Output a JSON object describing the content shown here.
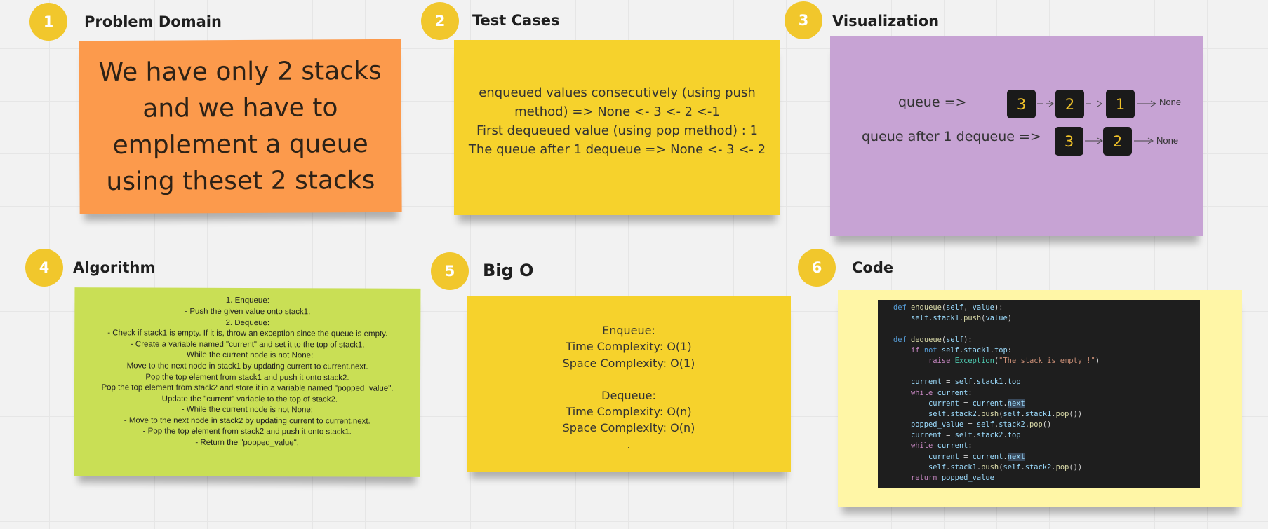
{
  "frames": [
    {
      "number": "1",
      "title": "Problem Domain"
    },
    {
      "number": "2",
      "title": "Test Cases"
    },
    {
      "number": "3",
      "title": "Visualization"
    },
    {
      "number": "4",
      "title": "Algorithm"
    },
    {
      "number": "5",
      "title": "Big O"
    },
    {
      "number": "6",
      "title": "Code"
    }
  ],
  "problem_domain": {
    "lines": [
      "We have only 2 stacks",
      "and we have to",
      "emplement a queue",
      "using theset 2 stacks"
    ],
    "color": "#fc9a4c"
  },
  "test_cases": {
    "lines": [
      "enqueued values consecutively (using push",
      "method) => None <- 3 <- 2 <-1",
      "First dequeued value (using pop method) : 1",
      "The queue after 1 dequeue => None <- 3 <- 2"
    ],
    "color": "#f6d22c"
  },
  "visualization": {
    "row1": {
      "label": "queue =>",
      "nodes": [
        "3",
        "2",
        "1"
      ],
      "tail": "None"
    },
    "row2": {
      "label": "queue after 1 dequeue =>",
      "nodes": [
        "3",
        "2"
      ],
      "tail": "None"
    },
    "color": "#c7a3d4"
  },
  "algorithm": {
    "lines": [
      "1. Enqueue:",
      "- Push the given value onto stack1.",
      "2. Dequeue:",
      "- Check if stack1 is empty. If it is, throw an exception since the queue is empty.",
      "- Create a variable named \"current\" and set it to the top of stack1.",
      "- While the current node is not None:",
      "Move to the next node in stack1 by updating current to current.next.",
      "Pop the top element from stack1 and push it onto stack2.",
      "Pop the top element from stack2 and store it in a variable named \"popped_value\".",
      "- Update the \"current\" variable to the top of stack2.",
      "- While the current node is not None:",
      "- Move to the next node in stack2 by updating current to current.next.",
      "- Pop the top element from stack2 and push it onto stack1.",
      "- Return the \"popped_value\"."
    ],
    "color": "#c9df55"
  },
  "big_o": {
    "lines": [
      "Enqueue:",
      "Time Complexity: O(1)",
      "Space Complexity: O(1)",
      "",
      "Dequeue:",
      "Time Complexity: O(n)",
      "Space Complexity: O(n)",
      "."
    ],
    "color": "#f6d22c"
  },
  "code": {
    "lines": [
      "def enqueue(self, value):",
      "    self.stack1.push(value)",
      "",
      "def dequeue(self):",
      "    if not self.stack1.top:",
      "        raise Exception(\"The stack is empty !\")",
      "",
      "    current = self.stack1.top",
      "    while current:",
      "        current = current.next",
      "        self.stack2.push(self.stack1.pop())",
      "    popped_value = self.stack2.pop()",
      "    current = self.stack2.top",
      "    while current:",
      "        current = current.next",
      "        self.stack1.push(self.stack2.pop())",
      "    return popped_value"
    ],
    "color": "#fff6a6"
  },
  "accent": "#f1c72c"
}
